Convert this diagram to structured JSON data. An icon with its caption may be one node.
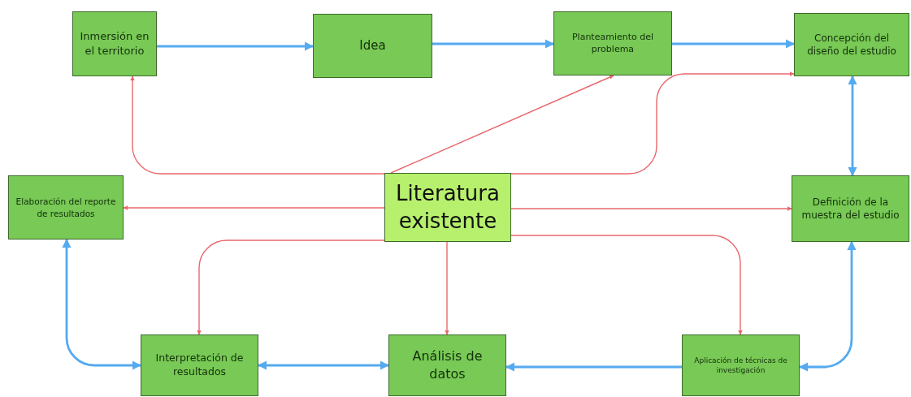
{
  "diagram": {
    "nodes": [
      {
        "text": [
          "Inmersión en el territorio"
        ]
      },
      {
        "text": [
          "Idea"
        ]
      },
      {
        "text": [
          "Planteamiento del problema"
        ]
      },
      {
        "text": [
          "Concepción del diseño del estudio"
        ]
      },
      {
        "text": [
          "Elaboración del reporte de resultados"
        ]
      },
      {
        "text": [
          "Literatura existente"
        ]
      },
      {
        "text": [
          "Definición de la muestra del estudio"
        ]
      },
      {
        "text": [
          "Interpretación de resultados"
        ]
      },
      {
        "text": [
          "Análisis de datos"
        ]
      },
      {
        "text": [
          "Aplicación de técnicas de investigación"
        ]
      }
    ],
    "edges": [
      {
        "from": 0,
        "to": 1,
        "arrow": "to"
      },
      {
        "from": 1,
        "to": 2,
        "arrow": "to"
      },
      {
        "from": 2,
        "to": 3,
        "arrow": "to"
      },
      {
        "from": 3,
        "to": 6,
        "arrow": "both"
      },
      {
        "from": 5,
        "to": 0,
        "arrow": "to",
        "color": "#e8686c"
      },
      {
        "from": 5,
        "to": 2,
        "arrow": "to",
        "color": "#e8686c"
      },
      {
        "from": 5,
        "to": 3,
        "arrow": "to",
        "color": "#e8686c"
      },
      {
        "from": 5,
        "to": 4,
        "arrow": "to",
        "color": "#e8686c"
      },
      {
        "from": 5,
        "to": 6,
        "arrow": "to",
        "color": "#e8686c"
      },
      {
        "from": 5,
        "to": 7,
        "arrow": "to",
        "color": "#e8686c"
      },
      {
        "from": 5,
        "to": 8,
        "arrow": "to",
        "color": "#e8686c"
      },
      {
        "from": 5,
        "to": 9,
        "arrow": "to",
        "color": "#e8686c"
      },
      {
        "from": 4,
        "to": 7,
        "arrow": "both"
      },
      {
        "from": 7,
        "to": 8,
        "arrow": "both"
      },
      {
        "from": 9,
        "to": 8,
        "arrow": "to"
      },
      {
        "from": 9,
        "to": 6,
        "arrow": "both"
      }
    ]
  }
}
